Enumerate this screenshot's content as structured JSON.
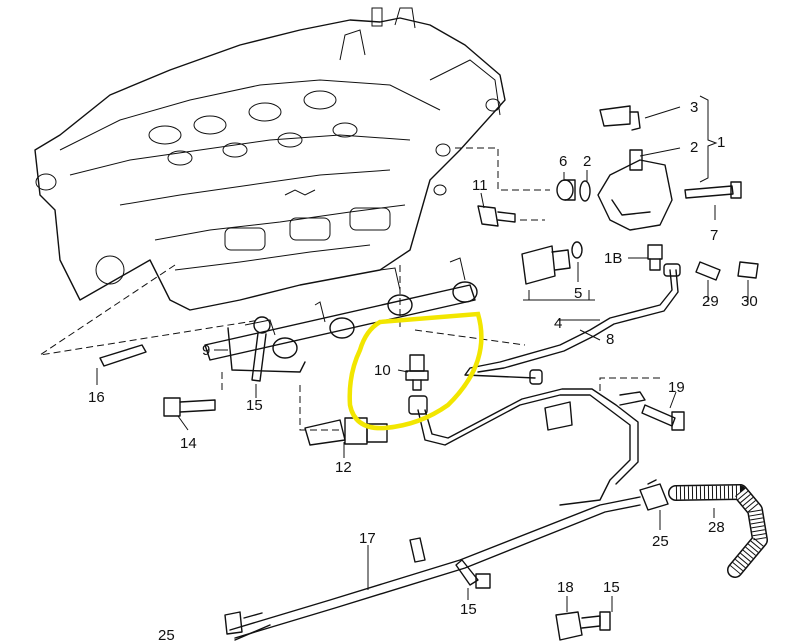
{
  "callouts": {
    "c1": "1",
    "c1b": "1B",
    "c2a": "2",
    "c2b": "2",
    "c3": "3",
    "c4": "4",
    "c5": "5",
    "c6": "6",
    "c7": "7",
    "c8": "8",
    "c9": "9",
    "c10": "10",
    "c11": "11",
    "c12": "12",
    "c14": "14",
    "c15a": "15",
    "c15b": "15",
    "c15c": "15",
    "c16": "16",
    "c17": "17",
    "c18": "18",
    "c19": "19",
    "c25a": "25",
    "c25b": "25",
    "c28": "28",
    "c29": "29",
    "c30": "30"
  },
  "colors": {
    "highlight": "#f2e600",
    "ink": "#111111",
    "background": "#ffffff"
  }
}
